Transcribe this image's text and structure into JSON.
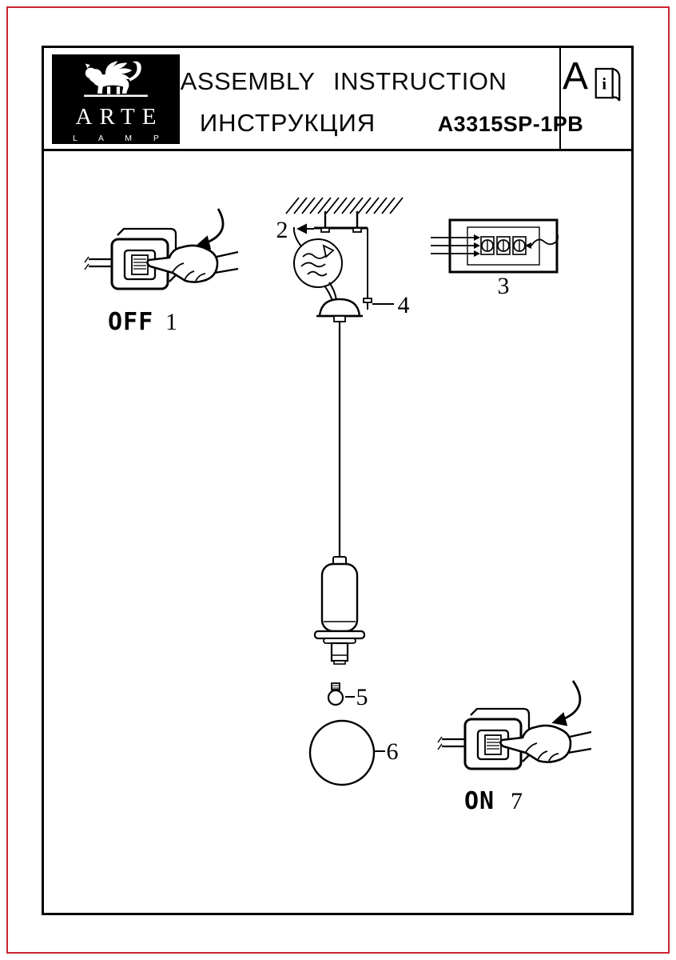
{
  "frame": {
    "accent_red": "#cc2233"
  },
  "logo": {
    "brand": "ARTE",
    "brand_sub": "L A M P"
  },
  "header": {
    "title_en": "ASSEMBLY INSTRUCTION",
    "title_ru": "ИНСТРУКЦИЯ",
    "model": "A3315SP-1PB",
    "section_letter": "A",
    "booklet_i": "i"
  },
  "diagram": {
    "off_label": "OFF",
    "on_label": "ON",
    "steps": {
      "s1": "1",
      "s2": "2",
      "s3": "3",
      "s4": "4",
      "s5": "5",
      "s6": "6",
      "s7": "7"
    }
  }
}
